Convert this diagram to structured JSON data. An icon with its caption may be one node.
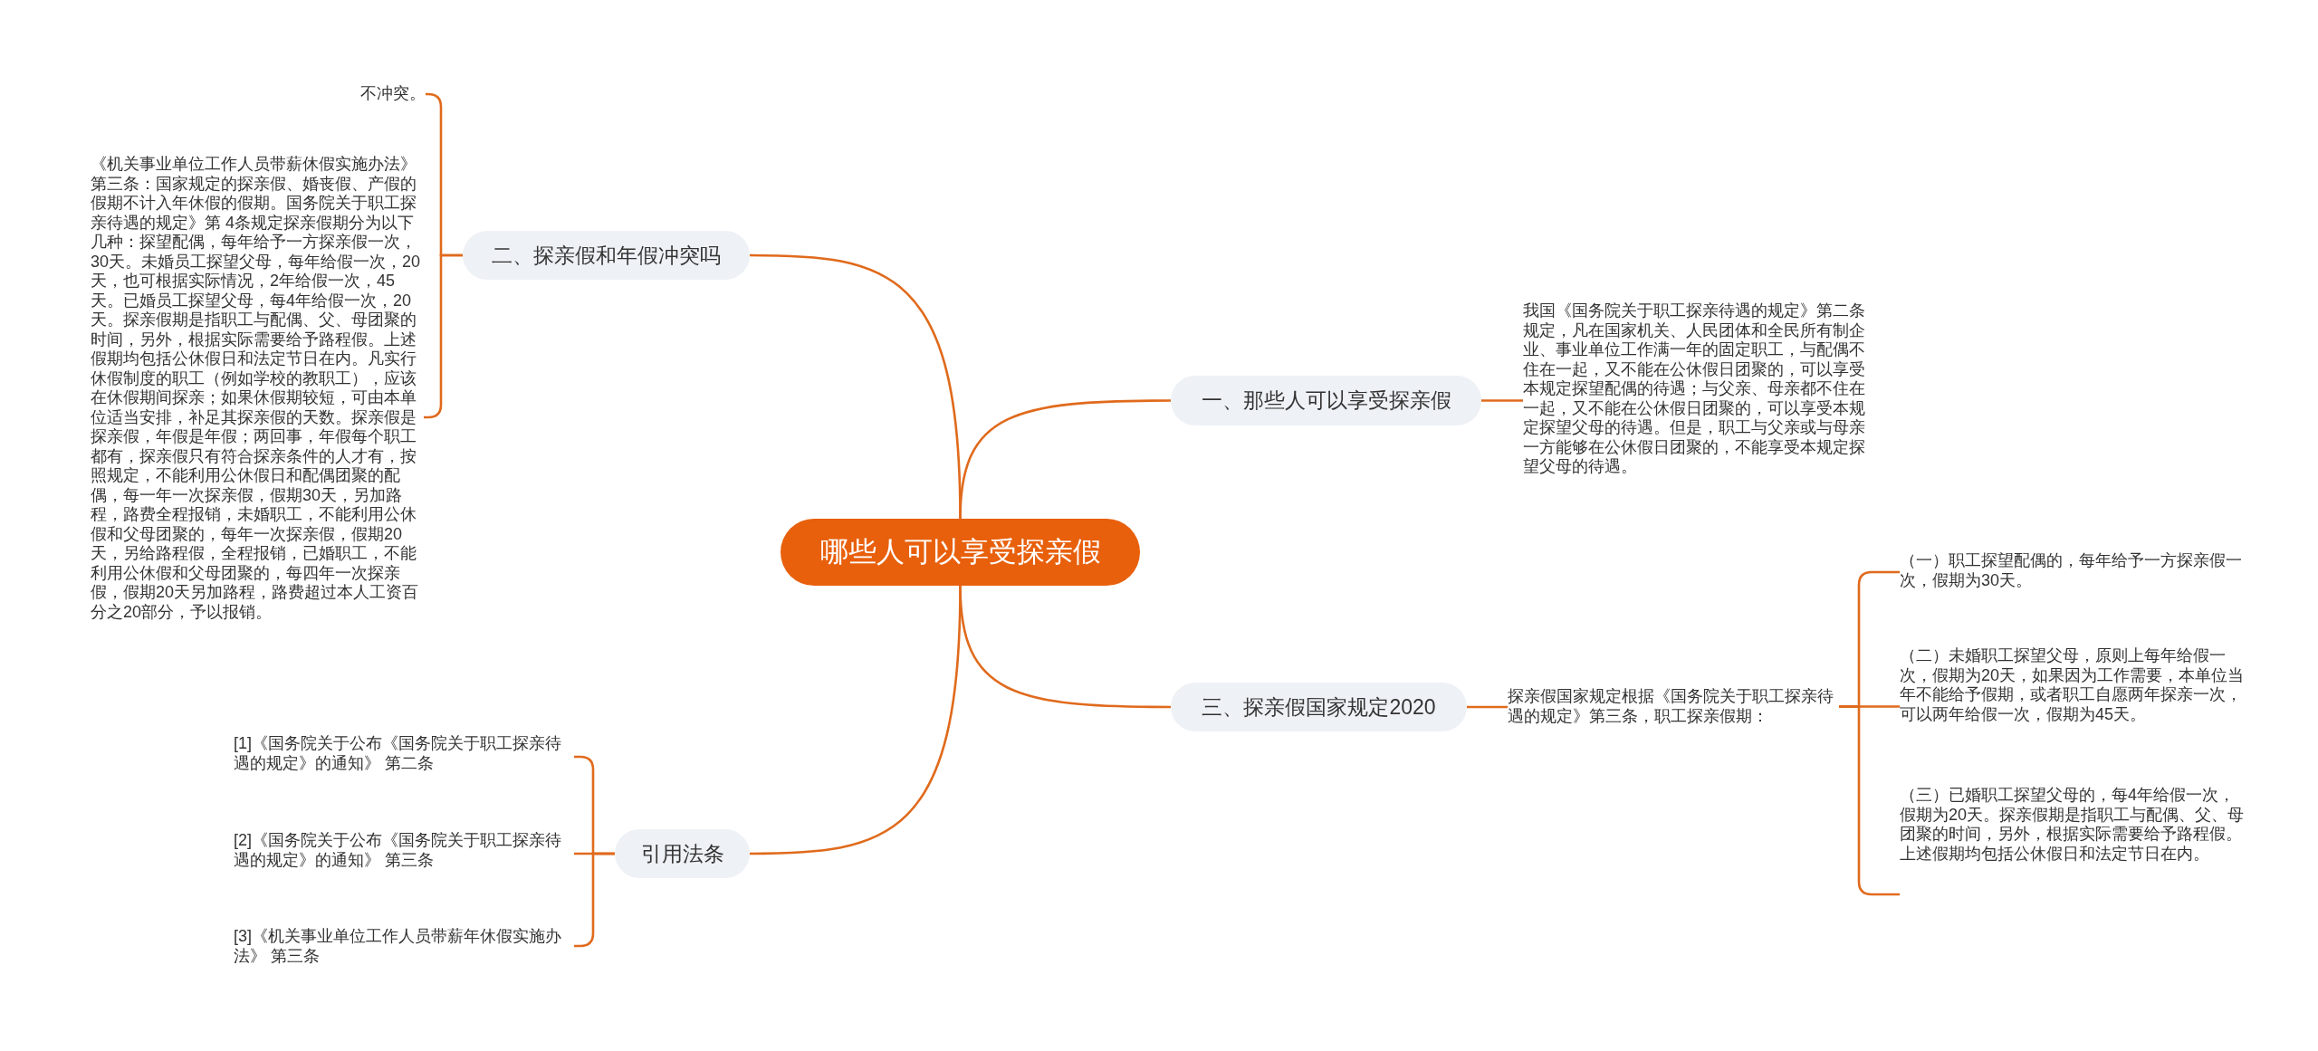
{
  "diagram": {
    "nodes": [
      {
        "text": [
          "哪些人可以享受探亲假"
        ]
      },
      {
        "text": [
          "一、那些人可以享受探亲假"
        ]
      },
      {
        "text": [
          "我国《国务院关于职工探亲待遇的规定》第二条规定，凡在国家机关、人民团体和全民所有制企业、事业单位工作满一年的固定职工，与配偶不住在一起，又不能在公休假日团聚的，可以享受本规定探望配偶的待遇；与父亲、母亲都不住在一起，又不能在公休假日团聚的，可以享受本规定探望父母的待遇。但是，职工与父亲或与母亲一方能够在公休假日团聚的，不能享受本规定探望父母的待遇。"
        ]
      },
      {
        "text": [
          "三、探亲假国家规定2020"
        ]
      },
      {
        "text": [
          "探亲假国家规定根据《国务院关于职工探亲待遇的规定》第三条，职工探亲假期："
        ]
      },
      {
        "text": [
          "（一）职工探望配偶的，每年给予一方探亲假一次，假期为30天。"
        ]
      },
      {
        "text": [
          "（二）未婚职工探望父母，原则上每年给假一次，假期为20天，如果因为工作需要，本单位当年不能给予假期，或者职工自愿两年探亲一次，可以两年给假一次，假期为45天。"
        ]
      },
      {
        "text": [
          "（三）已婚职工探望父母的，每4年给假一次，假期为20天。探亲假期是指职工与配偶、父、母团聚的时间，另外，根据实际需要给予路程假。上述假期均包括公休假日和法定节日在内。"
        ]
      },
      {
        "text": [
          "二、探亲假和年假冲突吗"
        ]
      },
      {
        "text": [
          "不冲突。"
        ]
      },
      {
        "text": [
          "《机关事业单位工作人员带薪休假实施办法》第三条：国家规定的探亲假、婚丧假、产假的假期不计入年休假的假期。国务院关于职工探亲待遇的规定》第 4条规定探亲假期分为以下几种：探望配偶，每年给予一方探亲假一次，30天。未婚员工探望父母，每年给假一次，20天，也可根据实际情况，2年给假一次，45天。已婚员工探望父母，每4年给假一次，20天。探亲假期是指职工与配偶、父、母团聚的时间，另外，根据实际需要给予路程假。上述假期均包括公休假日和法定节日在内。凡实行休假制度的职工（例如学校的教职工），应该在休假期间探亲；如果休假期较短，可由本单位适当安排，补足其探亲假的天数。探亲假是探亲假，年假是年假；两回事，年假每个职工都有，探亲假只有符合探亲条件的人才有，按照规定，不能利用公休假日和配偶团聚的配偶，每一年一次探亲假，假期30天，另加路程，路费全程报销，未婚职工，不能利用公休假和父母团聚的，每年一次探亲假，假期20天，另给路程假，全程报销，已婚职工，不能利用公休假和父母团聚的，每四年一次探亲假，假期20天另加路程，路费超过本人工资百分之20部分，予以报销。"
        ]
      },
      {
        "text": [
          "引用法条"
        ]
      },
      {
        "text": [
          "[1]《国务院关于公布《国务院关于职工探亲待遇的规定》的通知》 第二条"
        ]
      },
      {
        "text": [
          "[2]《国务院关于公布《国务院关于职工探亲待遇的规定》的通知》 第三条"
        ]
      },
      {
        "text": [
          "[3]《机关事业单位工作人员带薪年休假实施办法》 第三条"
        ]
      }
    ],
    "edges": [
      {
        "from": 0,
        "to": 1,
        "arrow": "none"
      },
      {
        "from": 1,
        "to": 2,
        "arrow": "none"
      },
      {
        "from": 0,
        "to": 3,
        "arrow": "none"
      },
      {
        "from": 3,
        "to": 4,
        "arrow": "none"
      },
      {
        "from": 4,
        "to": 5,
        "arrow": "none"
      },
      {
        "from": 4,
        "to": 6,
        "arrow": "none"
      },
      {
        "from": 4,
        "to": 7,
        "arrow": "none"
      },
      {
        "from": 0,
        "to": 8,
        "arrow": "none"
      },
      {
        "from": 8,
        "to": 9,
        "arrow": "none"
      },
      {
        "from": 8,
        "to": 10,
        "arrow": "none"
      },
      {
        "from": 0,
        "to": 11,
        "arrow": "none"
      },
      {
        "from": 11,
        "to": 12,
        "arrow": "none"
      },
      {
        "from": 11,
        "to": 13,
        "arrow": "none"
      },
      {
        "from": 11,
        "to": 14,
        "arrow": "none"
      }
    ]
  }
}
